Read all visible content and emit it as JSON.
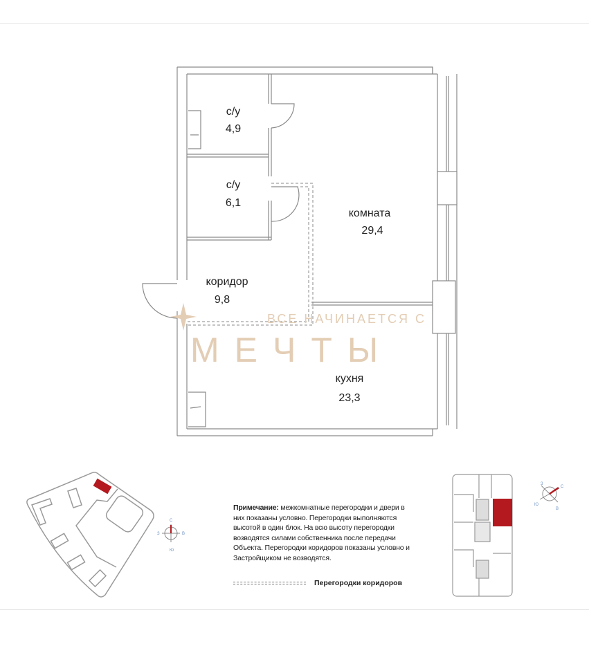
{
  "rooms": [
    {
      "name": "с/у",
      "area": "4,9"
    },
    {
      "name": "с/у",
      "area": "6,1"
    },
    {
      "name": "комната",
      "area": "29,4"
    },
    {
      "name": "коридор",
      "area": "9,8"
    },
    {
      "name": "кухня",
      "area": "23,3"
    }
  ],
  "watermark": {
    "line1": "ВСЕ НАЧИНАЕТСЯ С",
    "line2": "МЕЧТЫ"
  },
  "note": {
    "title": "Примечание:",
    "text": "межкомнатные перегородки и двери в них показаны условно. Перегородки выполняются высотой в один блок. На всю высоту перегородки возводятся силами собственника после передачи Объекта. Перегородки коридоров показаны условно и Застройщиком не возводятся."
  },
  "legend": {
    "label": "Перегородки коридоров"
  },
  "compass": {
    "n": "С",
    "s": "Ю",
    "w": "З",
    "e": "В"
  },
  "colors": {
    "highlight": "#b3191e",
    "wall": "#8a8a8a",
    "watermark": "#e3cdb4"
  }
}
